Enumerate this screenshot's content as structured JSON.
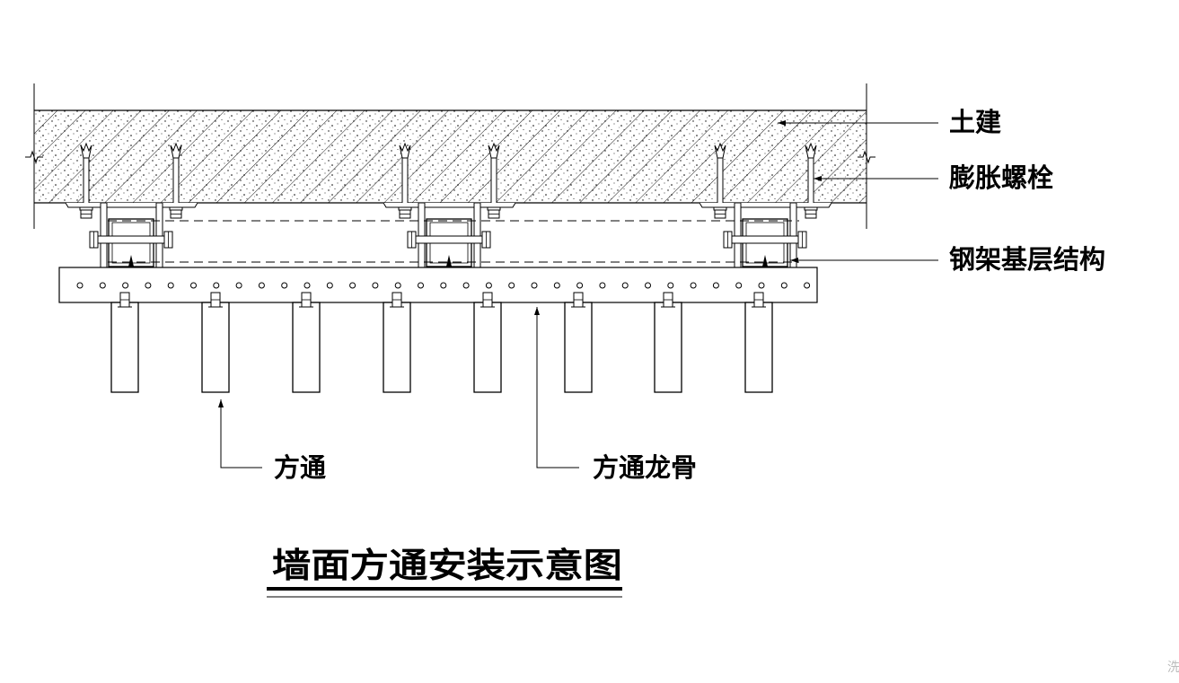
{
  "title": "墙面方通安装示意图",
  "labels": {
    "civil": "土建",
    "bolt": "膨胀螺栓",
    "steel_frame": "钢架基层结构",
    "tube": "方通",
    "tube_keel": "方通龙骨"
  },
  "watermark": "洗"
}
